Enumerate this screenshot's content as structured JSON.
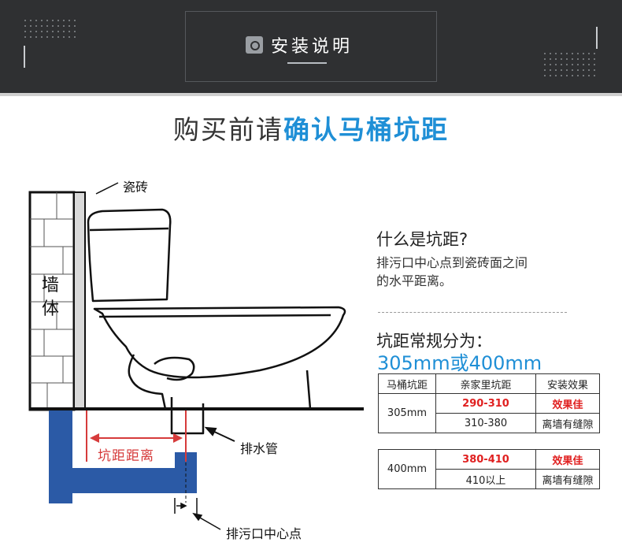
{
  "header": {
    "title": "安装说明",
    "icon": "camera-icon"
  },
  "headline": {
    "prefix": "购买前请",
    "highlight": "确认马桶坑距"
  },
  "diagram": {
    "tile_label": "瓷砖",
    "wall_char_1": "墙",
    "wall_char_2": "体",
    "drain_pipe_label": "排水管",
    "distance_label": "坑距距离",
    "outlet_center_label": "排污口中心点"
  },
  "info": {
    "question": "什么是坑距?",
    "answer_line1": "排污口中心点到瓷砖面之间",
    "answer_line2": "的水平距离。",
    "common_title": "坑距常规分为：",
    "common_values": "305mm或400mm"
  },
  "table": {
    "headers": [
      "马桶坑距",
      "亲家里坑距",
      "安装效果"
    ],
    "groups": [
      {
        "size": "305mm",
        "rows": [
          {
            "range": "290-310",
            "effect": "效果佳",
            "highlight": true
          },
          {
            "range": "310-380",
            "effect": "离墙有缝隙",
            "highlight": false
          }
        ]
      },
      {
        "size": "400mm",
        "rows": [
          {
            "range": "380-410",
            "effect": "效果佳",
            "highlight": true
          },
          {
            "range": "410以上",
            "effect": "离墙有缝隙",
            "highlight": false
          }
        ]
      }
    ]
  },
  "colors": {
    "header_bg": "#2f3032",
    "accent_blue": "#1f8fd6",
    "pipe_blue": "#2b5aa6",
    "measure_red": "#d63b3b"
  }
}
